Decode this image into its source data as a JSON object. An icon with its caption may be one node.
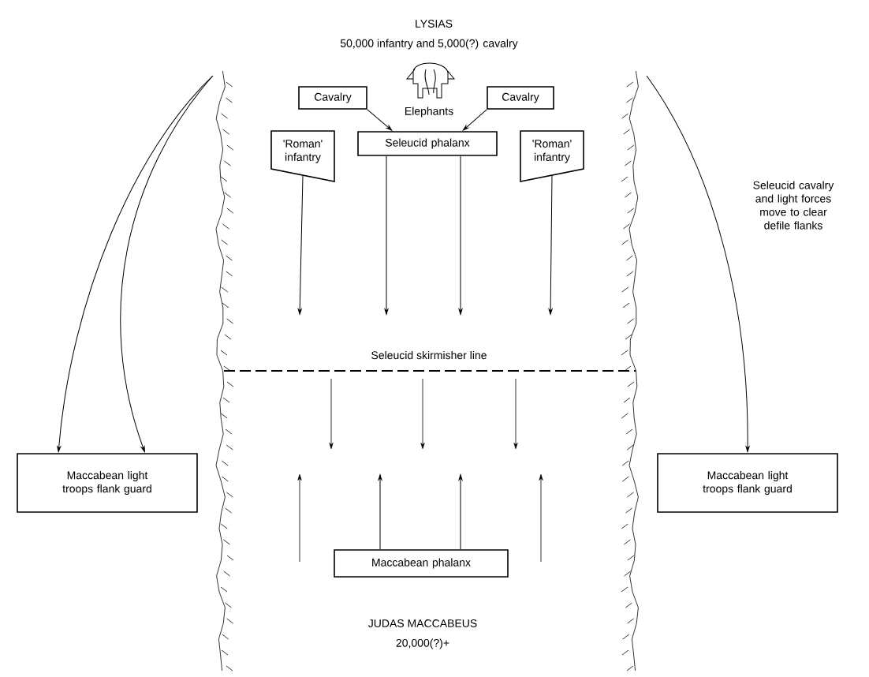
{
  "diagram": {
    "nodes": [
      {
        "text": [
          "Cavalry"
        ]
      },
      {
        "text": [
          "Cavalry"
        ]
      },
      {
        "text": [
          "'Roman' infantry"
        ]
      },
      {
        "text": [
          "Seleucid phalanx"
        ]
      },
      {
        "text": [
          "'Roman' infantry"
        ]
      },
      {
        "text": [
          "Maccabean phalanx"
        ]
      },
      {
        "text": [
          "Maccabean light troops flank guard"
        ]
      },
      {
        "text": [
          "Maccabean light troops flank guard"
        ]
      }
    ],
    "edges": [
      {
        "from": 0,
        "to": 3,
        "arrow": "to"
      },
      {
        "from": 1,
        "to": 3,
        "arrow": "to"
      },
      {
        "from": 2,
        "to": null,
        "arrow": "to"
      },
      {
        "from": 3,
        "to": null,
        "arrow": "to"
      },
      {
        "from": 3,
        "to": null,
        "arrow": "to"
      },
      {
        "from": 4,
        "to": null,
        "arrow": "to"
      },
      {
        "from": 5,
        "to": null,
        "arrow": "to"
      },
      {
        "from": 5,
        "to": null,
        "arrow": "to"
      },
      {
        "from": null,
        "to": 6,
        "arrow": "to"
      },
      {
        "from": null,
        "to": 6,
        "arrow": "to"
      },
      {
        "from": null,
        "to": 7,
        "arrow": "to"
      }
    ],
    "labels": [
      "LYSIAS",
      "50,000 infantry and 5,000(?) cavalry",
      "Elephants",
      "Seleucid cavalry and light forces move to clear defile flanks",
      "Seleucid skirmisher line",
      "JUDAS MACCABEUS",
      "20,000(?)+"
    ]
  }
}
